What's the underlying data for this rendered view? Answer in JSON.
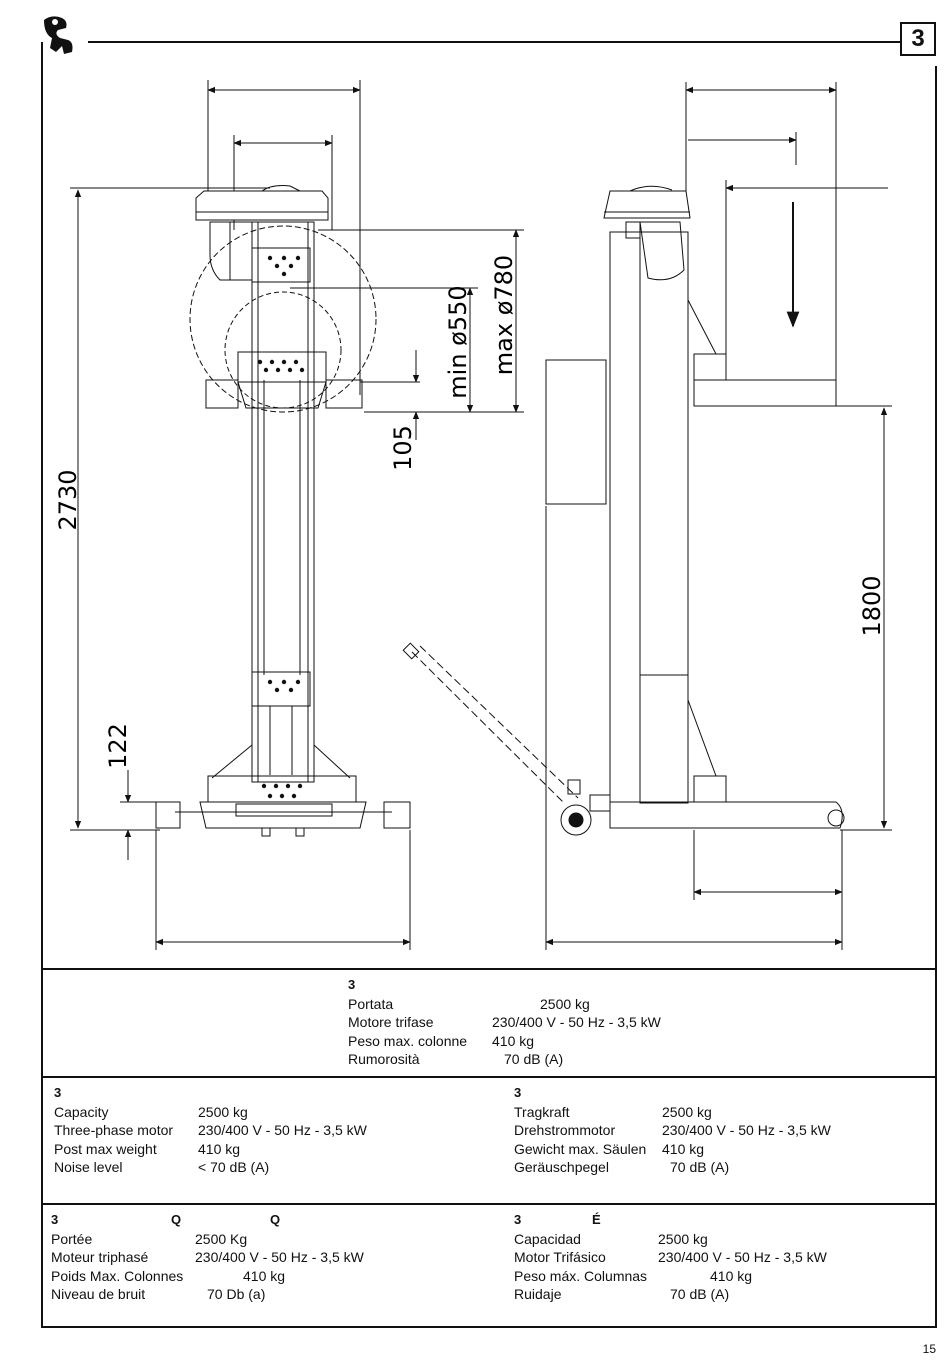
{
  "header": {
    "page_box": "3",
    "logo": "company-logo"
  },
  "drawing": {
    "dim_2730": "2730",
    "dim_min": "min ø550",
    "dim_max": "max ø780",
    "dim_105": "105",
    "dim_122": "122",
    "dim_1800": "1800"
  },
  "spec_it": {
    "title": "3",
    "rows": [
      {
        "label": "Portata",
        "value": "2500 kg"
      },
      {
        "label": "Motore trifase",
        "value": "230/400 V - 50 Hz - 3,5 kW"
      },
      {
        "label": "Peso max. colonne",
        "value": "410 kg"
      },
      {
        "label": "Rumorosità",
        "value": "70 dB (A)"
      }
    ]
  },
  "spec_en": {
    "title": "3",
    "rows": [
      {
        "label": "Capacity",
        "value": "2500 kg"
      },
      {
        "label": "Three-phase motor",
        "value": "230/400 V - 50 Hz - 3,5 kW"
      },
      {
        "label": "Post max weight",
        "value": "410 kg"
      },
      {
        "label": "Noise  level",
        "value": "< 70 dB (A)"
      }
    ]
  },
  "spec_de": {
    "title": "3",
    "rows": [
      {
        "label": "Tragkraft",
        "value": "2500 kg"
      },
      {
        "label": "Drehstrommotor",
        "value": "230/400 V - 50 Hz - 3,5 kW"
      },
      {
        "label": "Gewicht max.  Säulen",
        "value": "410 kg"
      },
      {
        "label": "Geräuschpegel",
        "value": "70 dB (A)"
      }
    ]
  },
  "spec_fr": {
    "title": "3",
    "title_q1": "Q",
    "title_q2": "Q",
    "rows": [
      {
        "label": "Portée",
        "value": "2500 Kg"
      },
      {
        "label": "Moteur triphasé",
        "value": "230/400 V -  50 Hz - 3,5 kW"
      },
      {
        "label": "Poids Max. Colonnes",
        "value": "410 kg"
      },
      {
        "label": "Niveau de bruit",
        "value": "70 Db (a)"
      }
    ]
  },
  "spec_es": {
    "title": "3",
    "title_e": "É",
    "rows": [
      {
        "label": "Capacidad",
        "value": "2500 kg"
      },
      {
        "label": "Motor Trifásico",
        "value": "230/400 V - 50 Hz - 3,5 kW"
      },
      {
        "label": "Peso máx. Columnas",
        "value": "410  kg"
      },
      {
        "label": "Ruidaje",
        "value": "70 dB (A)"
      }
    ]
  },
  "footer": {
    "page_number": "15"
  }
}
